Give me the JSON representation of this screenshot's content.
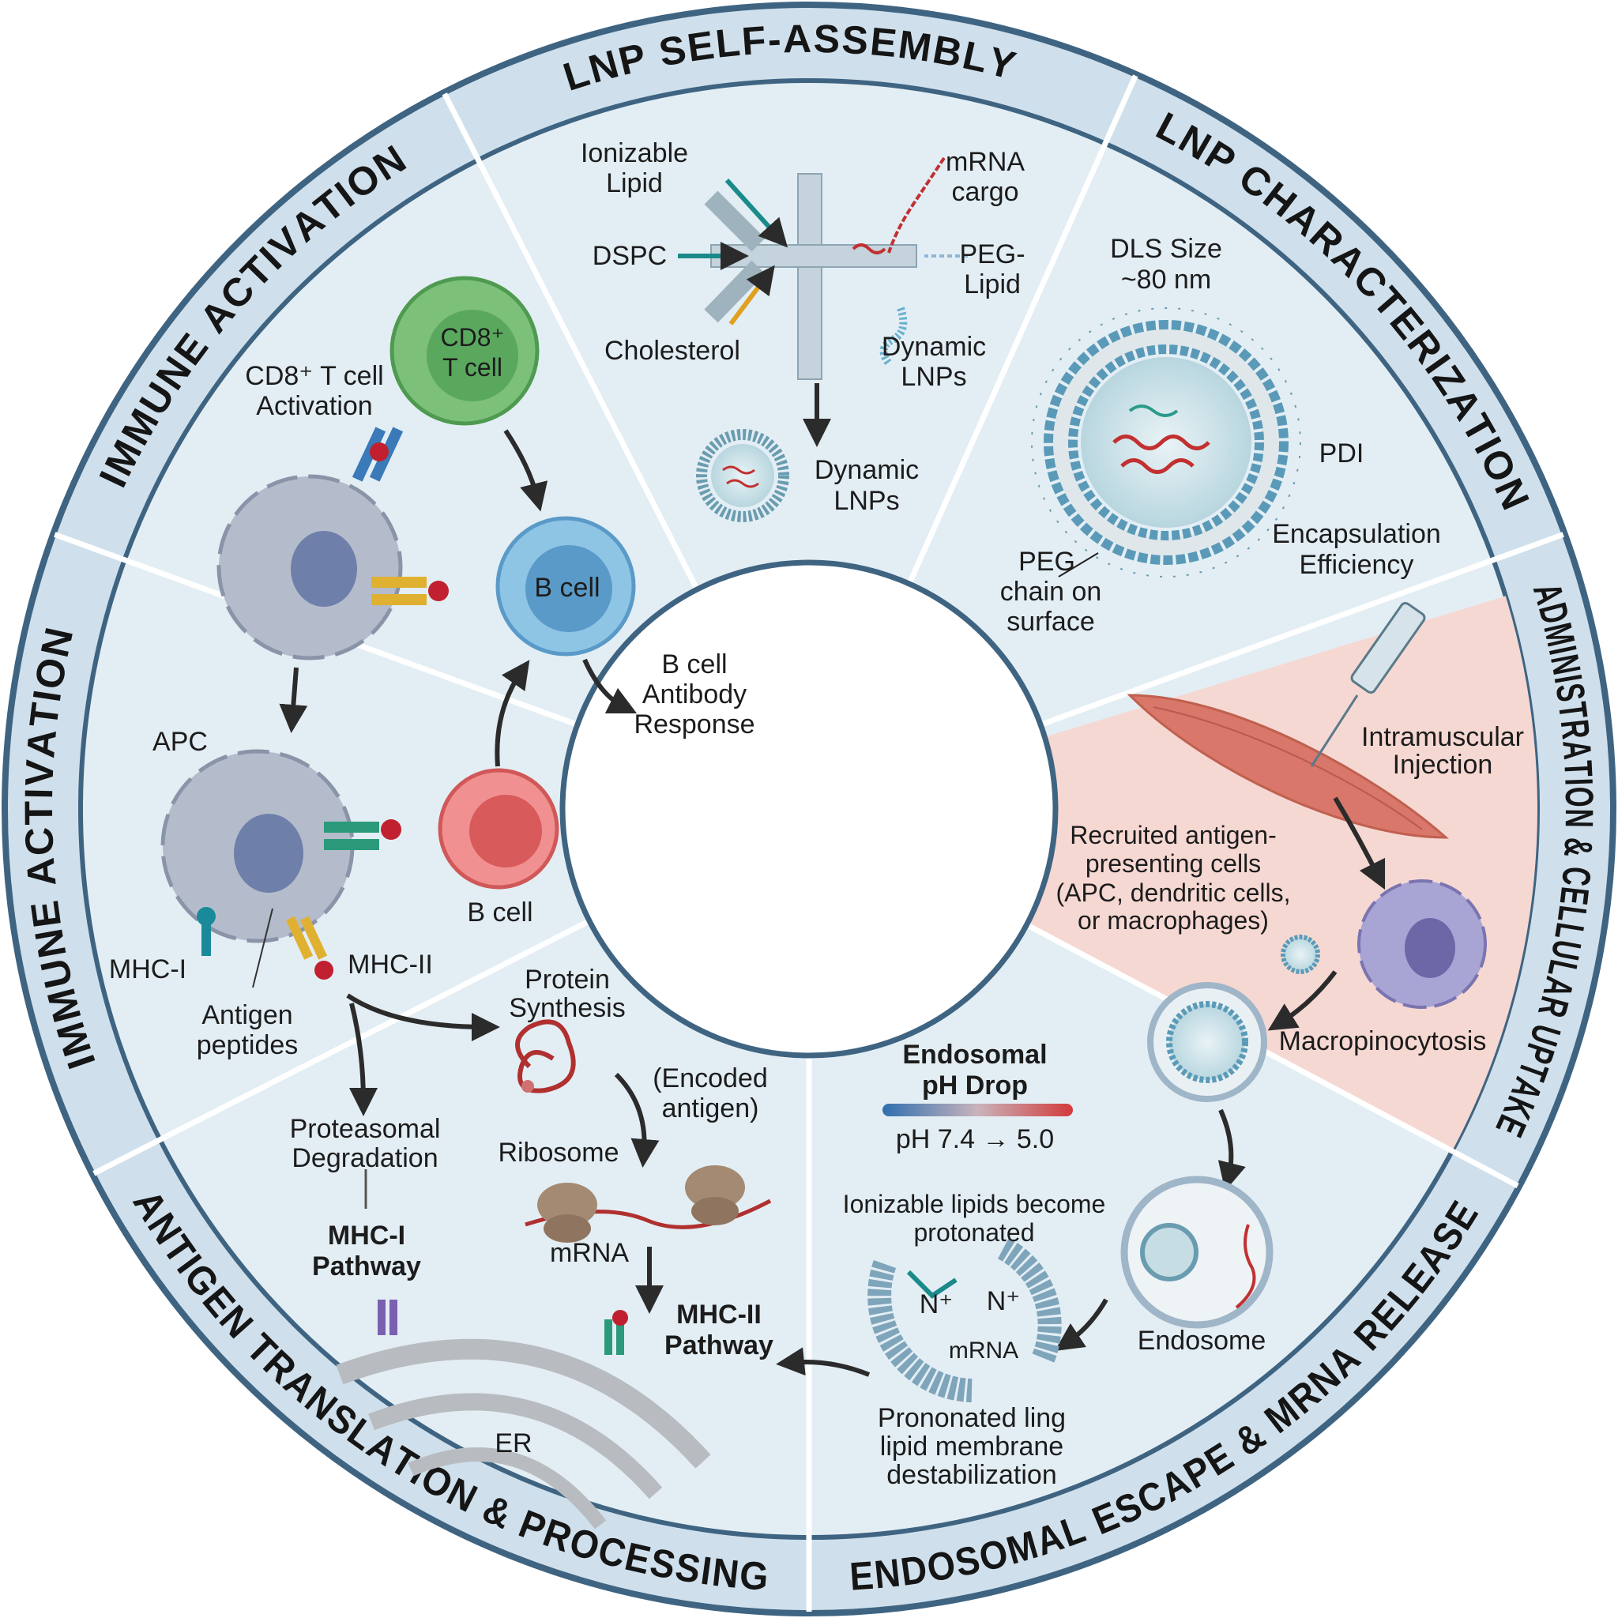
{
  "colors": {
    "sector": "#e3eef4",
    "ring": "#cfe0ec",
    "ring_border": "#3f6482",
    "admin_sector": "#f6d8d3",
    "ph_start": "#2f6fb0",
    "ph_end": "#d23a3a"
  },
  "ring_labels": {
    "self_assembly": "LNP SELF-ASSEMBLY",
    "characterization": "LNP CHARACTERIZATION",
    "administration": "ADMINISTRATION & CELLULAR UPTAKE",
    "endosomal": "ENDOSOMAL ESCAPE & MRNA RELEASE",
    "antigen": "ANTIGEN TRANSLATION & PROCESSING",
    "immune_lower": "IMMUNE ACTIVATION",
    "immune_upper": "IMMUNE ACTIVATION"
  },
  "self_assembly": {
    "ionizable": [
      "Ionizable",
      "Lipid"
    ],
    "mrna": [
      "mRNA",
      "cargo"
    ],
    "dspc": "DSPC",
    "peg": [
      "PEG-",
      "Lipid"
    ],
    "cholesterol": "Cholesterol",
    "dynamic_mix": [
      "Dynamic",
      "LNPs"
    ],
    "dynamic_out": [
      "Dynamic",
      "LNPs"
    ]
  },
  "characterization": {
    "dls": [
      "DLS Size",
      "~80 nm"
    ],
    "pdi": "PDI",
    "encapsulation": [
      "Encapsulation",
      "Efficiency"
    ],
    "peg": [
      "PEG",
      "chain on",
      "surface"
    ]
  },
  "administration": {
    "injection": [
      "Intramuscular",
      "Injection"
    ],
    "recruited": [
      "Recruited antigen-",
      "presenting cells",
      "(APC, dendritic cells,",
      "or macrophages)"
    ],
    "macropinocytosis": "Macropinocytosis"
  },
  "endosomal": {
    "ph_title": [
      "Endosomal",
      "pH Drop"
    ],
    "ph_range": "pH 7.4 → 5.0",
    "ionizable": [
      "Ionizable lipids become",
      "protonated"
    ],
    "n_plus_1": "N⁺",
    "n_plus_2": "N⁺",
    "mrna": "mRNA",
    "endosome": "Endosome",
    "destab": [
      "Prononated ling",
      "lipid membrane",
      "destabilization"
    ]
  },
  "antigen": {
    "protein": [
      "Protein",
      "Synthesis"
    ],
    "encoded": [
      "(Encoded",
      "antigen)"
    ],
    "ribosome": "Ribosome",
    "mrna": "mRNA",
    "mhc2": [
      "MHC-II",
      "Pathway"
    ],
    "proteasomal": [
      "Proteasomal",
      "Degradation"
    ],
    "mhc1": [
      "MHC-I",
      "Pathway"
    ],
    "er": "ER"
  },
  "immune": {
    "cd8_cell": [
      "CD8⁺",
      "T cell"
    ],
    "cd8_activation": [
      "CD8⁺ T cell",
      "Activation"
    ],
    "b_cell_blue": "B cell",
    "antibody": [
      "B cell",
      "Antibody",
      "Response"
    ],
    "apc": "APC",
    "b_cell_red": "B cell",
    "mhc1": "MHC-I",
    "mhc2": "MHC-II",
    "peptides": [
      "Antigen",
      "peptides"
    ]
  }
}
